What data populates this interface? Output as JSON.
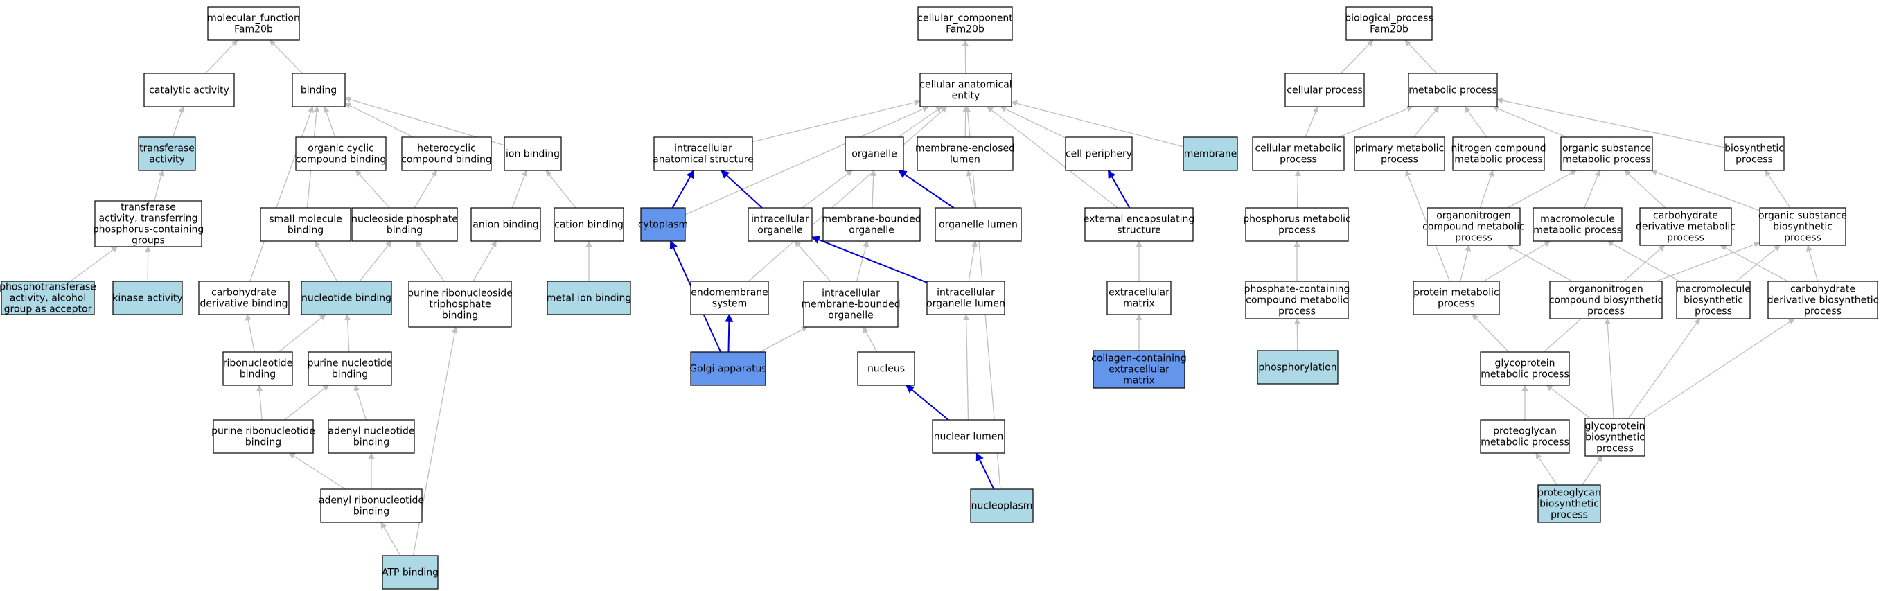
{
  "colors": {
    "plain": "#ffffff",
    "highlight": "#add8e6",
    "strong": "#6495ed",
    "edge_gray": "#c0c0c0",
    "edge_blue": "#0000dd"
  },
  "nodes": {
    "mf_root": {
      "lines": [
        "molecular_function",
        "Fam20b"
      ],
      "fill": "plain"
    },
    "catalytic": {
      "lines": [
        "catalytic activity"
      ],
      "fill": "plain"
    },
    "binding": {
      "lines": [
        "binding"
      ],
      "fill": "plain"
    },
    "transferase": {
      "lines": [
        "transferase",
        "activity"
      ],
      "fill": "highlight"
    },
    "transferase_phos": {
      "lines": [
        "transferase",
        "activity, transferring",
        "phosphorus-containing",
        "groups"
      ],
      "fill": "plain"
    },
    "phosphotransferase": {
      "lines": [
        "phosphotransferase",
        "activity, alcohol",
        "group as acceptor"
      ],
      "fill": "highlight"
    },
    "kinase": {
      "lines": [
        "kinase activity"
      ],
      "fill": "highlight"
    },
    "organic_cyclic": {
      "lines": [
        "organic cyclic",
        "compound binding"
      ],
      "fill": "plain"
    },
    "heterocyclic": {
      "lines": [
        "heterocyclic",
        "compound binding"
      ],
      "fill": "plain"
    },
    "ion_binding": {
      "lines": [
        "ion binding"
      ],
      "fill": "plain"
    },
    "small_molecule": {
      "lines": [
        "small molecule",
        "binding"
      ],
      "fill": "plain"
    },
    "nucleoside_phosphate": {
      "lines": [
        "nucleoside phosphate",
        "binding"
      ],
      "fill": "plain"
    },
    "anion_binding": {
      "lines": [
        "anion binding"
      ],
      "fill": "plain"
    },
    "cation_binding": {
      "lines": [
        "cation binding"
      ],
      "fill": "plain"
    },
    "carbohydrate_deriv_binding": {
      "lines": [
        "carbohydrate",
        "derivative binding"
      ],
      "fill": "plain"
    },
    "nucleotide_binding": {
      "lines": [
        "nucleotide binding"
      ],
      "fill": "highlight"
    },
    "purine_ribonucleoside_tp": {
      "lines": [
        "purine ribonucleoside",
        "triphosphate",
        "binding"
      ],
      "fill": "plain"
    },
    "metal_ion": {
      "lines": [
        "metal ion binding"
      ],
      "fill": "highlight"
    },
    "ribonucleotide": {
      "lines": [
        "ribonucleotide",
        "binding"
      ],
      "fill": "plain"
    },
    "purine_nucleotide": {
      "lines": [
        "purine nucleotide",
        "binding"
      ],
      "fill": "plain"
    },
    "purine_ribonucleotide": {
      "lines": [
        "purine ribonucleotide",
        "binding"
      ],
      "fill": "plain"
    },
    "adenyl_nucleotide": {
      "lines": [
        "adenyl nucleotide",
        "binding"
      ],
      "fill": "plain"
    },
    "adenyl_ribonucleotide": {
      "lines": [
        "adenyl ribonucleotide",
        "binding"
      ],
      "fill": "plain"
    },
    "atp_binding": {
      "lines": [
        "ATP binding"
      ],
      "fill": "highlight"
    },
    "cc_root": {
      "lines": [
        "cellular_component",
        "Fam20b"
      ],
      "fill": "plain"
    },
    "cae": {
      "lines": [
        "cellular anatomical",
        "entity"
      ],
      "fill": "plain"
    },
    "ias": {
      "lines": [
        "intracellular",
        "anatomical structure"
      ],
      "fill": "plain"
    },
    "organelle": {
      "lines": [
        "organelle"
      ],
      "fill": "plain"
    },
    "membrane_enclosed_lumen": {
      "lines": [
        "membrane-enclosed",
        "lumen"
      ],
      "fill": "plain"
    },
    "cell_periphery": {
      "lines": [
        "cell periphery"
      ],
      "fill": "plain"
    },
    "membrane": {
      "lines": [
        "membrane"
      ],
      "fill": "highlight"
    },
    "cytoplasm": {
      "lines": [
        "cytoplasm"
      ],
      "fill": "strong"
    },
    "intracellular_organelle": {
      "lines": [
        "intracellular",
        "organelle"
      ],
      "fill": "plain"
    },
    "membrane_bounded": {
      "lines": [
        "membrane-bounded",
        "organelle"
      ],
      "fill": "plain"
    },
    "organelle_lumen": {
      "lines": [
        "organelle lumen"
      ],
      "fill": "plain"
    },
    "external_encapsulating": {
      "lines": [
        "external encapsulating",
        "structure"
      ],
      "fill": "plain"
    },
    "endomembrane": {
      "lines": [
        "endomembrane",
        "system"
      ],
      "fill": "plain"
    },
    "imbo": {
      "lines": [
        "intracellular",
        "membrane-bounded",
        "organelle"
      ],
      "fill": "plain"
    },
    "intracellular_organelle_lumen": {
      "lines": [
        "intracellular",
        "organelle lumen"
      ],
      "fill": "plain"
    },
    "extracellular_matrix": {
      "lines": [
        "extracellular",
        "matrix"
      ],
      "fill": "plain"
    },
    "golgi": {
      "lines": [
        "Golgi apparatus"
      ],
      "fill": "strong"
    },
    "nucleus": {
      "lines": [
        "nucleus"
      ],
      "fill": "plain"
    },
    "collagen_ecm": {
      "lines": [
        "collagen-containing",
        "extracellular",
        "matrix"
      ],
      "fill": "strong"
    },
    "nuclear_lumen": {
      "lines": [
        "nuclear lumen"
      ],
      "fill": "plain"
    },
    "nucleoplasm": {
      "lines": [
        "nucleoplasm"
      ],
      "fill": "highlight"
    },
    "bp_root": {
      "lines": [
        "biological_process",
        "Fam20b"
      ],
      "fill": "plain"
    },
    "cellular_process": {
      "lines": [
        "cellular process"
      ],
      "fill": "plain"
    },
    "metabolic_process": {
      "lines": [
        "metabolic process"
      ],
      "fill": "plain"
    },
    "cellular_metabolic": {
      "lines": [
        "cellular metabolic",
        "process"
      ],
      "fill": "plain"
    },
    "primary_metabolic": {
      "lines": [
        "primary metabolic",
        "process"
      ],
      "fill": "plain"
    },
    "nitrogen_compound_metabolic": {
      "lines": [
        "nitrogen compound",
        "metabolic process"
      ],
      "fill": "plain"
    },
    "organic_substance_metabolic": {
      "lines": [
        "organic substance",
        "metabolic process"
      ],
      "fill": "plain"
    },
    "biosynthetic": {
      "lines": [
        "biosynthetic",
        "process"
      ],
      "fill": "plain"
    },
    "phosphorus_metabolic": {
      "lines": [
        "phosphorus metabolic",
        "process"
      ],
      "fill": "plain"
    },
    "organonitrogen_metabolic": {
      "lines": [
        "organonitrogen",
        "compound metabolic",
        "process"
      ],
      "fill": "plain"
    },
    "macromolecule_metabolic": {
      "lines": [
        "macromolecule",
        "metabolic process"
      ],
      "fill": "plain"
    },
    "carb_deriv_metabolic": {
      "lines": [
        "carbohydrate",
        "derivative metabolic",
        "process"
      ],
      "fill": "plain"
    },
    "organic_substance_biosynthetic": {
      "lines": [
        "organic substance",
        "biosynthetic",
        "process"
      ],
      "fill": "plain"
    },
    "phosphate_containing": {
      "lines": [
        "phosphate-containing",
        "compound metabolic",
        "process"
      ],
      "fill": "plain"
    },
    "protein_metabolic": {
      "lines": [
        "protein metabolic",
        "process"
      ],
      "fill": "plain"
    },
    "organonitrogen_biosynthetic": {
      "lines": [
        "organonitrogen",
        "compound biosynthetic",
        "process"
      ],
      "fill": "plain"
    },
    "macromolecule_biosynthetic": {
      "lines": [
        "macromolecule",
        "biosynthetic",
        "process"
      ],
      "fill": "plain"
    },
    "carb_deriv_biosynthetic": {
      "lines": [
        "carbohydrate",
        "derivative biosynthetic",
        "process"
      ],
      "fill": "plain"
    },
    "phosphorylation": {
      "lines": [
        "phosphorylation"
      ],
      "fill": "highlight"
    },
    "glycoprotein_metabolic": {
      "lines": [
        "glycoprotein",
        "metabolic process"
      ],
      "fill": "plain"
    },
    "proteoglycan_metabolic": {
      "lines": [
        "proteoglycan",
        "metabolic process"
      ],
      "fill": "plain"
    },
    "glycoprotein_biosynthetic": {
      "lines": [
        "glycoprotein",
        "biosynthetic",
        "process"
      ],
      "fill": "plain"
    },
    "proteoglycan_biosynthetic": {
      "lines": [
        "proteoglycan",
        "biosynthetic",
        "process"
      ],
      "fill": "highlight"
    }
  },
  "edges": [
    {
      "from": "catalytic",
      "to": "mf_root",
      "color": "gray"
    },
    {
      "from": "binding",
      "to": "mf_root",
      "color": "gray"
    },
    {
      "from": "transferase",
      "to": "catalytic",
      "color": "gray"
    },
    {
      "from": "transferase_phos",
      "to": "transferase",
      "color": "gray"
    },
    {
      "from": "phosphotransferase",
      "to": "transferase_phos",
      "color": "gray"
    },
    {
      "from": "kinase",
      "to": "transferase_phos",
      "color": "gray"
    },
    {
      "from": "organic_cyclic",
      "to": "binding",
      "color": "gray"
    },
    {
      "from": "heterocyclic",
      "to": "binding",
      "color": "gray"
    },
    {
      "from": "ion_binding",
      "to": "binding",
      "color": "gray"
    },
    {
      "from": "small_molecule",
      "to": "binding",
      "color": "gray"
    },
    {
      "from": "carbohydrate_deriv_binding",
      "to": "binding",
      "color": "gray"
    },
    {
      "from": "nucleoside_phosphate",
      "to": "organic_cyclic",
      "color": "gray"
    },
    {
      "from": "nucleoside_phosphate",
      "to": "heterocyclic",
      "color": "gray"
    },
    {
      "from": "anion_binding",
      "to": "ion_binding",
      "color": "gray"
    },
    {
      "from": "cation_binding",
      "to": "ion_binding",
      "color": "gray"
    },
    {
      "from": "nucleotide_binding",
      "to": "small_molecule",
      "color": "gray"
    },
    {
      "from": "nucleotide_binding",
      "to": "nucleoside_phosphate",
      "color": "gray"
    },
    {
      "from": "purine_ribonucleoside_tp",
      "to": "nucleoside_phosphate",
      "color": "gray"
    },
    {
      "from": "purine_ribonucleoside_tp",
      "to": "anion_binding",
      "color": "gray"
    },
    {
      "from": "metal_ion",
      "to": "cation_binding",
      "color": "gray"
    },
    {
      "from": "ribonucleotide",
      "to": "carbohydrate_deriv_binding",
      "color": "gray"
    },
    {
      "from": "ribonucleotide",
      "to": "nucleotide_binding",
      "color": "gray"
    },
    {
      "from": "purine_nucleotide",
      "to": "nucleotide_binding",
      "color": "gray"
    },
    {
      "from": "purine_ribonucleotide",
      "to": "ribonucleotide",
      "color": "gray"
    },
    {
      "from": "purine_ribonucleotide",
      "to": "purine_nucleotide",
      "color": "gray"
    },
    {
      "from": "adenyl_nucleotide",
      "to": "purine_nucleotide",
      "color": "gray"
    },
    {
      "from": "adenyl_ribonucleotide",
      "to": "purine_ribonucleotide",
      "color": "gray"
    },
    {
      "from": "adenyl_ribonucleotide",
      "to": "adenyl_nucleotide",
      "color": "gray"
    },
    {
      "from": "atp_binding",
      "to": "adenyl_ribonucleotide",
      "color": "gray"
    },
    {
      "from": "atp_binding",
      "to": "purine_ribonucleoside_tp",
      "color": "gray"
    },
    {
      "from": "cae",
      "to": "cc_root",
      "color": "gray"
    },
    {
      "from": "ias",
      "to": "cae",
      "color": "gray"
    },
    {
      "from": "organelle",
      "to": "cae",
      "color": "gray"
    },
    {
      "from": "membrane_enclosed_lumen",
      "to": "cae",
      "color": "gray"
    },
    {
      "from": "cell_periphery",
      "to": "cae",
      "color": "gray"
    },
    {
      "from": "membrane",
      "to": "cae",
      "color": "gray"
    },
    {
      "from": "cytoplasm",
      "to": "cae",
      "color": "gray"
    },
    {
      "from": "endomembrane",
      "to": "cae",
      "color": "gray"
    },
    {
      "from": "external_encapsulating",
      "to": "cae",
      "color": "gray"
    },
    {
      "from": "nucleoplasm",
      "to": "cae",
      "color": "gray"
    },
    {
      "from": "cytoplasm",
      "to": "ias",
      "color": "blue"
    },
    {
      "from": "intracellular_organelle",
      "to": "ias",
      "color": "blue"
    },
    {
      "from": "intracellular_organelle",
      "to": "organelle",
      "color": "gray"
    },
    {
      "from": "membrane_bounded",
      "to": "organelle",
      "color": "gray"
    },
    {
      "from": "organelle_lumen",
      "to": "organelle",
      "color": "blue"
    },
    {
      "from": "organelle_lumen",
      "to": "membrane_enclosed_lumen",
      "color": "gray"
    },
    {
      "from": "external_encapsulating",
      "to": "cell_periphery",
      "color": "blue"
    },
    {
      "from": "golgi",
      "to": "cytoplasm",
      "color": "blue"
    },
    {
      "from": "imbo",
      "to": "intracellular_organelle",
      "color": "gray"
    },
    {
      "from": "intracellular_organelle_lumen",
      "to": "intracellular_organelle",
      "color": "blue"
    },
    {
      "from": "imbo",
      "to": "membrane_bounded",
      "color": "gray"
    },
    {
      "from": "intracellular_organelle_lumen",
      "to": "organelle_lumen",
      "color": "gray"
    },
    {
      "from": "extracellular_matrix",
      "to": "external_encapsulating",
      "color": "gray"
    },
    {
      "from": "golgi",
      "to": "endomembrane",
      "color": "blue"
    },
    {
      "from": "golgi",
      "to": "imbo",
      "color": "gray"
    },
    {
      "from": "nucleus",
      "to": "imbo",
      "color": "gray"
    },
    {
      "from": "nuclear_lumen",
      "to": "intracellular_organelle_lumen",
      "color": "gray"
    },
    {
      "from": "collagen_ecm",
      "to": "extracellular_matrix",
      "color": "gray"
    },
    {
      "from": "nuclear_lumen",
      "to": "nucleus",
      "color": "blue"
    },
    {
      "from": "nucleoplasm",
      "to": "nuclear_lumen",
      "color": "blue"
    },
    {
      "from": "cellular_process",
      "to": "bp_root",
      "color": "gray"
    },
    {
      "from": "metabolic_process",
      "to": "bp_root",
      "color": "gray"
    },
    {
      "from": "cellular_metabolic",
      "to": "cellular_process",
      "color": "gray"
    },
    {
      "from": "cellular_metabolic",
      "to": "metabolic_process",
      "color": "gray"
    },
    {
      "from": "primary_metabolic",
      "to": "metabolic_process",
      "color": "gray"
    },
    {
      "from": "nitrogen_compound_metabolic",
      "to": "metabolic_process",
      "color": "gray"
    },
    {
      "from": "organic_substance_metabolic",
      "to": "metabolic_process",
      "color": "gray"
    },
    {
      "from": "biosynthetic",
      "to": "metabolic_process",
      "color": "gray"
    },
    {
      "from": "phosphorus_metabolic",
      "to": "cellular_metabolic",
      "color": "gray"
    },
    {
      "from": "organonitrogen_metabolic",
      "to": "nitrogen_compound_metabolic",
      "color": "gray"
    },
    {
      "from": "organonitrogen_metabolic",
      "to": "organic_substance_metabolic",
      "color": "gray"
    },
    {
      "from": "macromolecule_metabolic",
      "to": "organic_substance_metabolic",
      "color": "gray"
    },
    {
      "from": "carb_deriv_metabolic",
      "to": "organic_substance_metabolic",
      "color": "gray"
    },
    {
      "from": "organic_substance_biosynthetic",
      "to": "organic_substance_metabolic",
      "color": "gray"
    },
    {
      "from": "organic_substance_biosynthetic",
      "to": "biosynthetic",
      "color": "gray"
    },
    {
      "from": "phosphate_containing",
      "to": "phosphorus_metabolic",
      "color": "gray"
    },
    {
      "from": "protein_metabolic",
      "to": "primary_metabolic",
      "color": "gray"
    },
    {
      "from": "protein_metabolic",
      "to": "organonitrogen_metabolic",
      "color": "gray"
    },
    {
      "from": "protein_metabolic",
      "to": "macromolecule_metabolic",
      "color": "gray"
    },
    {
      "from": "organonitrogen_biosynthetic",
      "to": "organonitrogen_metabolic",
      "color": "gray"
    },
    {
      "from": "organonitrogen_biosynthetic",
      "to": "organic_substance_biosynthetic",
      "color": "gray"
    },
    {
      "from": "macromolecule_biosynthetic",
      "to": "macromolecule_metabolic",
      "color": "gray"
    },
    {
      "from": "macromolecule_biosynthetic",
      "to": "organic_substance_biosynthetic",
      "color": "gray"
    },
    {
      "from": "carb_deriv_biosynthetic",
      "to": "carb_deriv_metabolic",
      "color": "gray"
    },
    {
      "from": "carb_deriv_biosynthetic",
      "to": "organic_substance_biosynthetic",
      "color": "gray"
    },
    {
      "from": "phosphorylation",
      "to": "phosphate_containing",
      "color": "gray"
    },
    {
      "from": "glycoprotein_metabolic",
      "to": "protein_metabolic",
      "color": "gray"
    },
    {
      "from": "glycoprotein_metabolic",
      "to": "carb_deriv_metabolic",
      "color": "gray"
    },
    {
      "from": "proteoglycan_metabolic",
      "to": "glycoprotein_metabolic",
      "color": "gray"
    },
    {
      "from": "glycoprotein_biosynthetic",
      "to": "glycoprotein_metabolic",
      "color": "gray"
    },
    {
      "from": "glycoprotein_biosynthetic",
      "to": "organonitrogen_biosynthetic",
      "color": "gray"
    },
    {
      "from": "glycoprotein_biosynthetic",
      "to": "macromolecule_biosynthetic",
      "color": "gray"
    },
    {
      "from": "glycoprotein_biosynthetic",
      "to": "carb_deriv_biosynthetic",
      "color": "gray"
    },
    {
      "from": "proteoglycan_biosynthetic",
      "to": "proteoglycan_metabolic",
      "color": "gray"
    },
    {
      "from": "proteoglycan_biosynthetic",
      "to": "glycoprotein_biosynthetic",
      "color": "gray"
    }
  ]
}
